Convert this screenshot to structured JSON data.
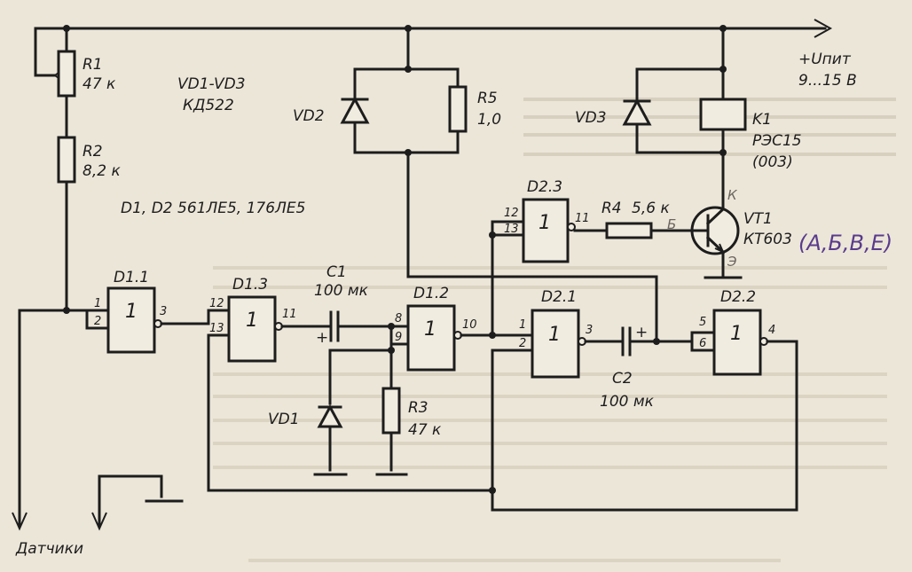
{
  "power": {
    "label": "+Uпит",
    "range": "9...15 В"
  },
  "notes": {
    "diodes_title": "VD1-VD3",
    "diodes_type": "КД522",
    "ics": "D1, D2  561ЛЕ5, 176ЛЕ5"
  },
  "resistors": {
    "R1": {
      "name": "R1",
      "value": "47 к"
    },
    "R2": {
      "name": "R2",
      "value": "8,2 к"
    },
    "R3": {
      "name": "R3",
      "value": "47 к"
    },
    "R4": {
      "name": "R4",
      "value": "5,6 к"
    },
    "R5": {
      "name": "R5",
      "value": "1,0"
    }
  },
  "capacitors": {
    "C1": {
      "name": "C1",
      "value": "100 мк",
      "polarity": "+"
    },
    "C2": {
      "name": "C2",
      "value": "100 мк",
      "polarity": "+"
    }
  },
  "diodes": {
    "VD1": "VD1",
    "VD2": "VD2",
    "VD3": "VD3"
  },
  "relay": {
    "name": "K1",
    "type": "РЭС15",
    "variant": "(003)"
  },
  "transistor": {
    "name": "VT1",
    "type": "КТ603",
    "handwritten_suffix": "(А,Б,В,Е)",
    "handwritten_k": "К",
    "handwritten_b": "Б",
    "handwritten_e": "Э"
  },
  "gates": {
    "D1_1": {
      "name": "D1.1",
      "symbol": "1",
      "pins": [
        "1",
        "2",
        "3"
      ]
    },
    "D1_3": {
      "name": "D1.3",
      "symbol": "1",
      "pins": [
        "12",
        "13",
        "11"
      ]
    },
    "D1_2": {
      "name": "D1.2",
      "symbol": "1",
      "pins": [
        "8",
        "9",
        "10"
      ]
    },
    "D2_1": {
      "name": "D2.1",
      "symbol": "1",
      "pins": [
        "1",
        "2",
        "3"
      ]
    },
    "D2_2": {
      "name": "D2.2",
      "symbol": "1",
      "pins": [
        "5",
        "6",
        "4"
      ]
    },
    "D2_3": {
      "name": "D2.3",
      "symbol": "1",
      "pins": [
        "12",
        "13",
        "11"
      ]
    }
  },
  "sensors_label": "Датчики"
}
